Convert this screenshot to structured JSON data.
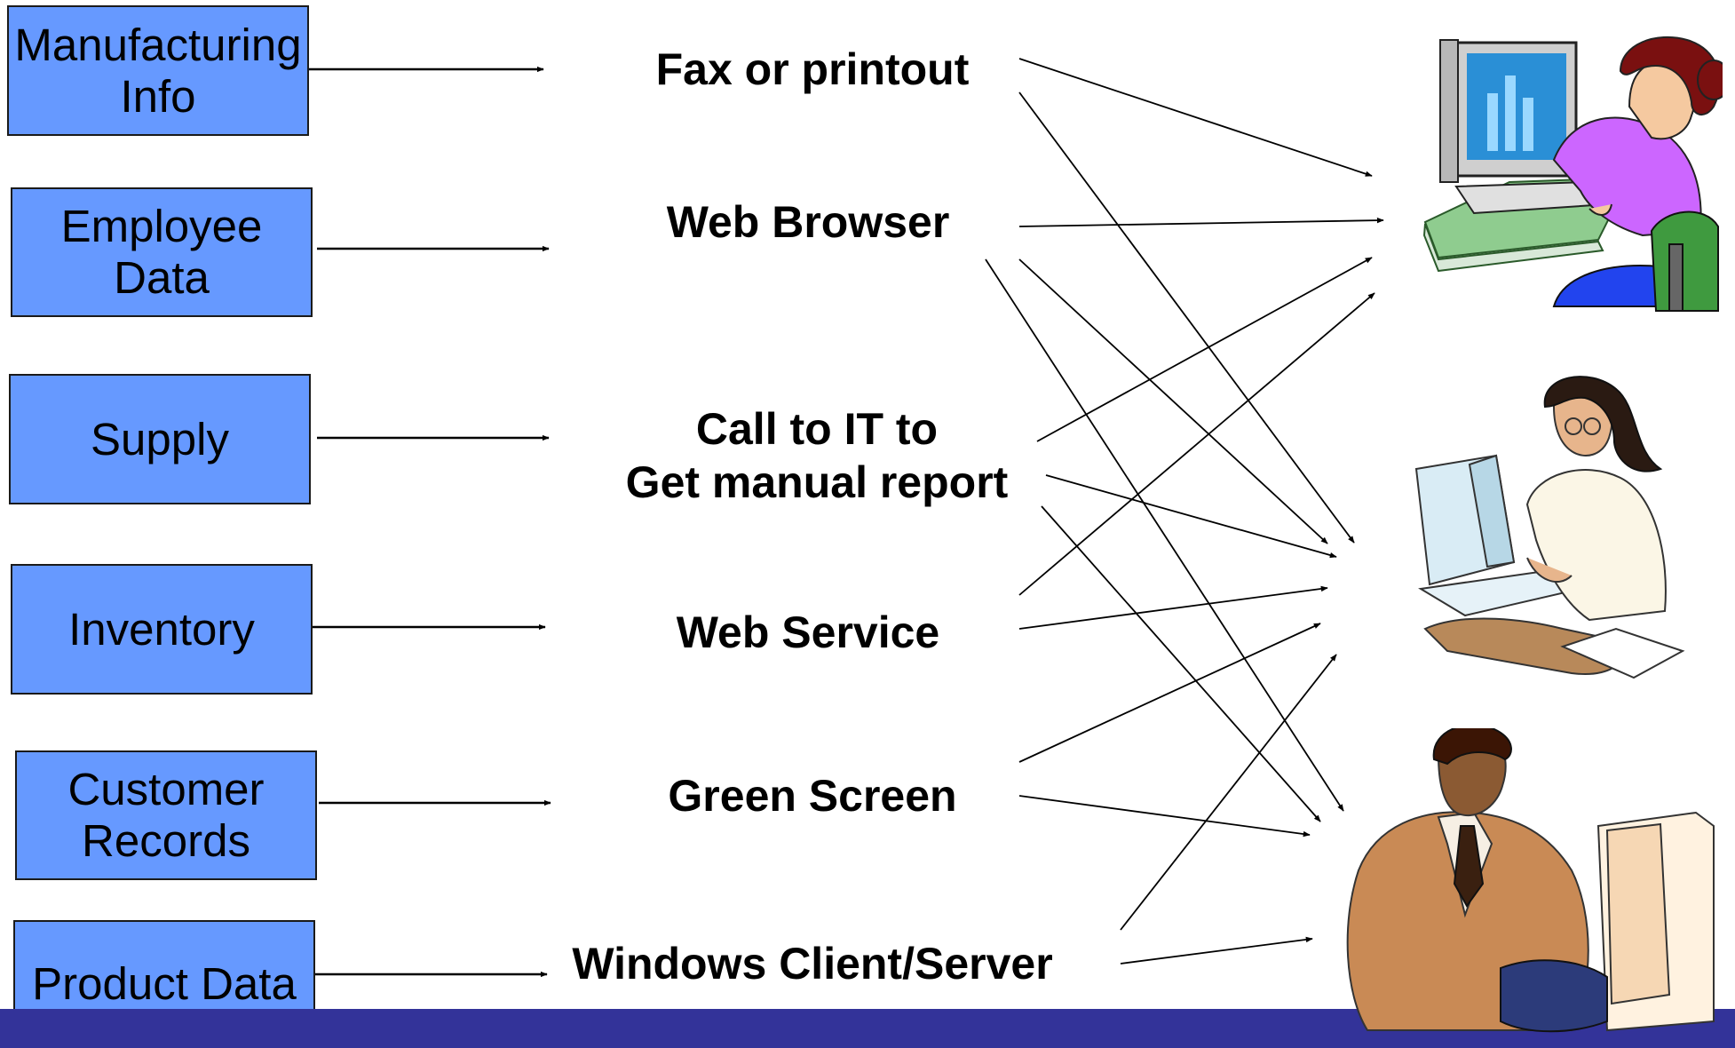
{
  "sources": [
    {
      "label": "Manufacturing\nInfo"
    },
    {
      "label": "Employee\nData"
    },
    {
      "label": "Supply"
    },
    {
      "label": "Inventory"
    },
    {
      "label": "Customer\nRecords"
    },
    {
      "label": "Product Data"
    }
  ],
  "channels": [
    {
      "label": "Fax or printout"
    },
    {
      "label": "Web Browser"
    },
    {
      "label": "Call to IT to\nGet manual report"
    },
    {
      "label": "Web Service"
    },
    {
      "label": "Green Screen"
    },
    {
      "label": "Windows Client/Server"
    }
  ],
  "users": [
    {
      "icon": "woman-at-computer-icon"
    },
    {
      "icon": "office-worker-woman-icon"
    },
    {
      "icon": "businessman-at-computer-icon"
    }
  ],
  "colors": {
    "box_fill": "#6699ff",
    "bottom_bar": "#333399"
  }
}
